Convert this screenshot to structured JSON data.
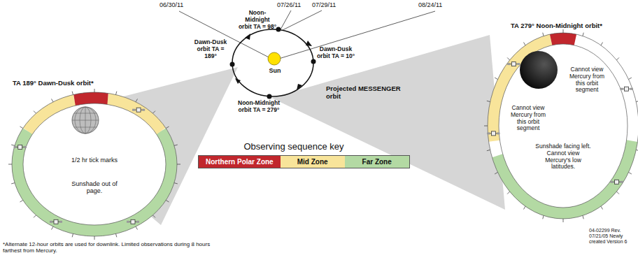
{
  "diagram": {
    "labels": [
      "06/30/11",
      "07/26/11",
      "07/29/11",
      "08/24/11",
      "Noon- Midnight orbit TA = 98°",
      "Dawn-Dusk orbit TA = 189°",
      "Dawn-Dusk orbit TA = 10°",
      "Sun",
      "Noon-Midnight orbit TA = 279°",
      "Projected MESSENGER orbit",
      "TA 189° Dawn-Dusk orbit*",
      "1/2 hr tick marks",
      "Sunshade out of page.",
      "TA 279° Noon-Midnight orbit*",
      "Cannot view Mercury from this orbit segment",
      "Cannot view Mercury from this orbit segment",
      "Sunshade facing left. Cannot view Mercury's low latitudes.",
      "Observing sequence key",
      "*Alternate 12-hour orbits are used for downlink. Limited observations during 8 hours farthest from Mercury.",
      "04-02299 Rev. 07/21/05 Newly created Version 6"
    ],
    "legend": [
      {
        "text": "Northern Polar Zone",
        "color": "#c1272d"
      },
      {
        "text": "Mid Zone",
        "color": "#f8e49a"
      },
      {
        "text": "Far Zone",
        "color": "#b3d9a3"
      }
    ]
  }
}
